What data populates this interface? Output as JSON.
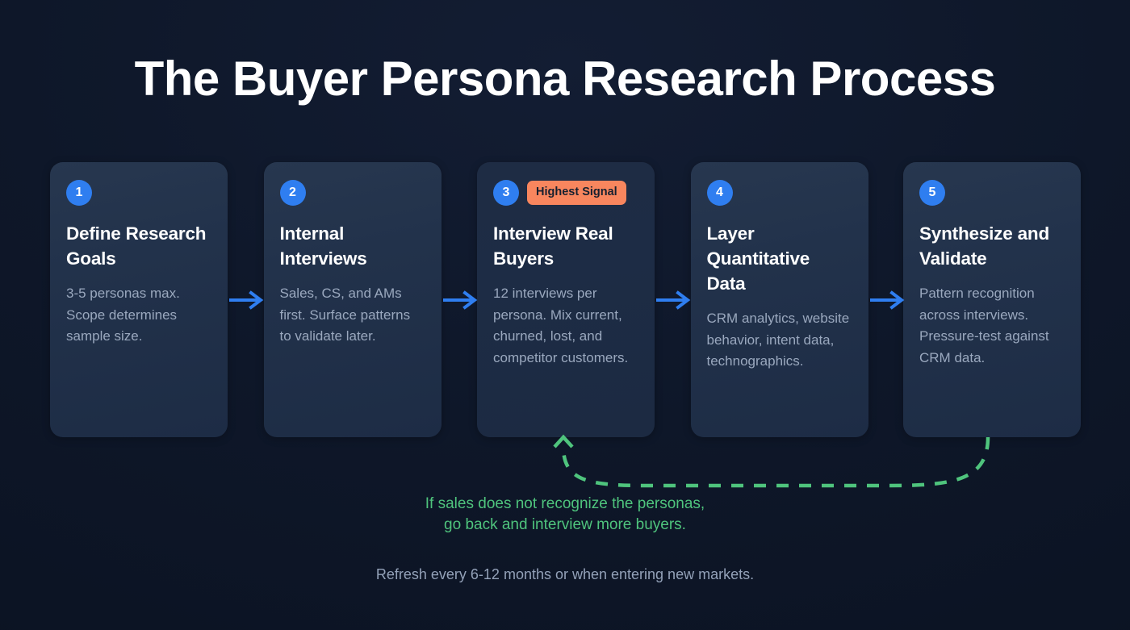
{
  "header": {
    "title": "The Buyer Persona Research Process"
  },
  "colors": {
    "background": "#0e1729",
    "card_surface": "#23334d",
    "card_featured_surface": "#1d2c45",
    "number_badge": "#2f7ef0",
    "signal_badge": "#f8865e",
    "arrow": "#2f7ef0",
    "loop": "#4fc47d",
    "title_text": "#ffffff",
    "body_text": "#9aa8be",
    "footer_text": "#93a1b8"
  },
  "steps": [
    {
      "number": "1",
      "title": "Define Research Goals",
      "description": "3-5 personas max. Scope determines sample size.",
      "badge": null,
      "featured": false
    },
    {
      "number": "2",
      "title": "Internal Interviews",
      "description": "Sales, CS, and AMs first. Surface patterns to validate later.",
      "badge": null,
      "featured": false
    },
    {
      "number": "3",
      "title": "Interview Real Buyers",
      "description": "12 interviews per persona. Mix current, churned, lost, and competitor customers.",
      "badge": "Highest Signal",
      "featured": true
    },
    {
      "number": "4",
      "title": "Layer Quantitative Data",
      "description": "CRM analytics, website behavior, intent data, technographics.",
      "badge": null,
      "featured": false
    },
    {
      "number": "5",
      "title": "Synthesize and Validate",
      "description": "Pattern recognition across interviews. Pressure-test against CRM data.",
      "badge": null,
      "featured": false
    }
  ],
  "feedback_loop": {
    "line1": "If sales does not recognize the personas,",
    "line2": "go back and interview more buyers.",
    "from_step": "5",
    "to_step": "3"
  },
  "footer": {
    "note": "Refresh every 6-12 months or when entering new markets."
  }
}
